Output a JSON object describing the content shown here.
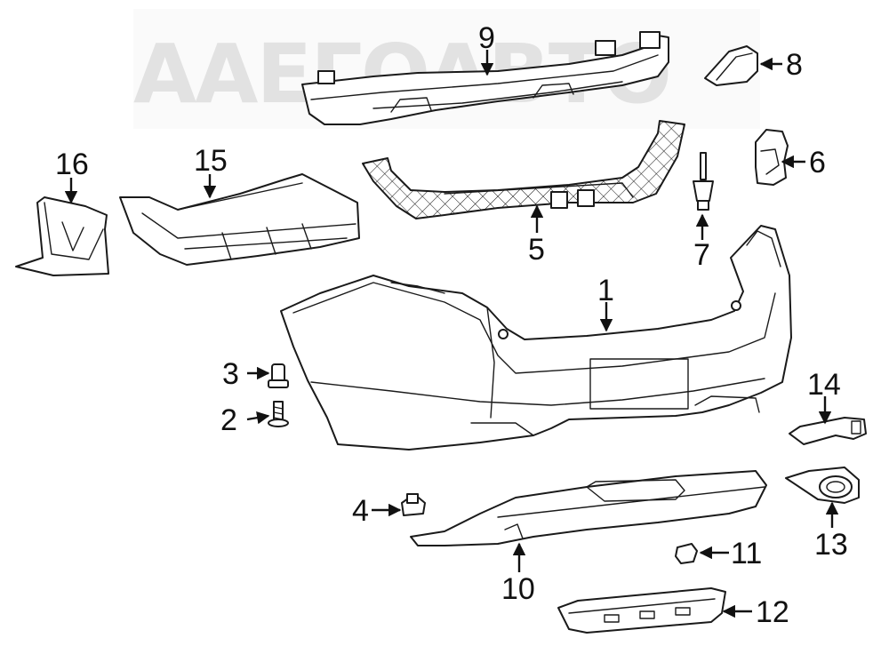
{
  "watermark": {
    "text": "AAEГOABTO",
    "color": "#c8c8c8"
  },
  "callouts": [
    {
      "id": "1",
      "label": "1"
    },
    {
      "id": "2",
      "label": "2"
    },
    {
      "id": "3",
      "label": "3"
    },
    {
      "id": "4",
      "label": "4"
    },
    {
      "id": "5",
      "label": "5"
    },
    {
      "id": "6",
      "label": "6"
    },
    {
      "id": "7",
      "label": "7"
    },
    {
      "id": "8",
      "label": "8"
    },
    {
      "id": "9",
      "label": "9"
    },
    {
      "id": "10",
      "label": "10"
    },
    {
      "id": "11",
      "label": "11"
    },
    {
      "id": "12",
      "label": "12"
    },
    {
      "id": "13",
      "label": "13"
    },
    {
      "id": "14",
      "label": "14"
    },
    {
      "id": "15",
      "label": "15"
    },
    {
      "id": "16",
      "label": "16"
    }
  ],
  "colors": {
    "line": "#1a1a1a",
    "background": "#ffffff"
  }
}
